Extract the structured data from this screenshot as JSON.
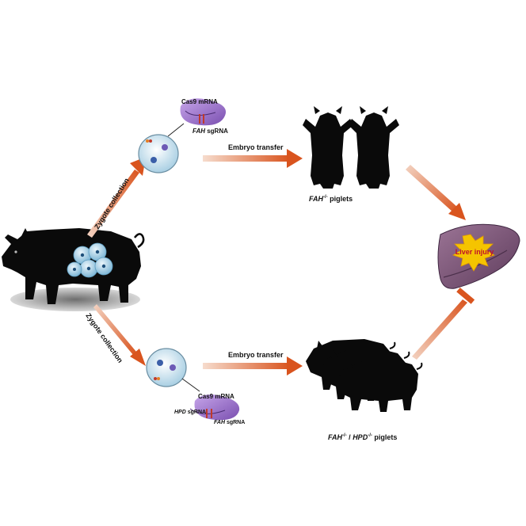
{
  "labels": {
    "zygote_top": "Zygote collection",
    "zygote_bottom": "Zygote collection",
    "cas9_top": "Cas9 mRNA",
    "fah_sgrna_top_gene": "FAH",
    "fah_sgrna_top_suffix": " sgRNA",
    "embryo_transfer_top": "Embryo transfer",
    "embryo_transfer_bottom": "Embryo transfer",
    "piglets_top_gene": "FAH",
    "piglets_top_sup": "-/-",
    "piglets_top_suffix": " piglets",
    "cas9_bottom": "Cas9 mRNA",
    "hpd_sgrna_gene": "HPD",
    "hpd_sgrna_suffix": " sgRNA",
    "fah_sgrna_bottom_gene": "FAH",
    "fah_sgrna_bottom_suffix": " sgRNA",
    "piglets_bottom_gene1": "FAH",
    "piglets_bottom_sup1": "-/-",
    "piglets_bottom_sep": " / ",
    "piglets_bottom_gene2": "HPD",
    "piglets_bottom_sup2": "-/-",
    "piglets_bottom_suffix": " piglets",
    "liver_injury": "Liver injury"
  },
  "colors": {
    "arrow": "#d9541e",
    "pig": "#0a0a0a",
    "liver": "#7e5a78",
    "rna_blob": "#9a6fc8",
    "zygote": "#cfe6f2",
    "burst": "#f5c400",
    "burst_text": "#c0102a"
  }
}
